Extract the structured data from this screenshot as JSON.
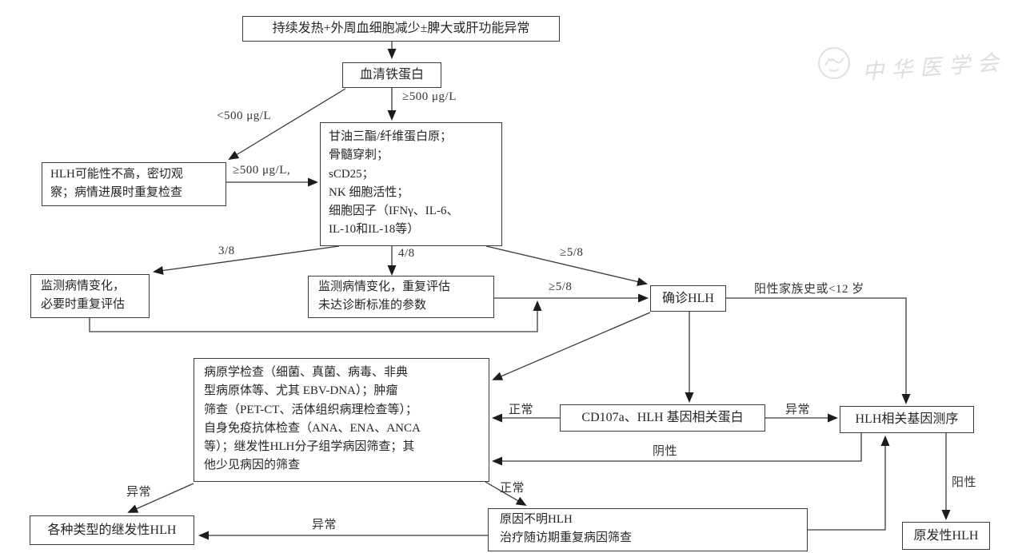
{
  "watermark": {
    "icon": "seal-icon",
    "text": "中华医学会"
  },
  "nodes": {
    "start": "持续发热+外周血细胞减少±脾大或肝功能异常",
    "ferritin": "血清铁蛋白",
    "low_probability": "HLH可能性不高，密切观\n察；病情进展时重复检查",
    "criteria": "甘油三酯/纤维蛋白原；\n骨髓穿刺；\nsCD25；\nNK 细胞活性；\n细胞因子（IFNγ、IL-6、\nIL-10和IL-18等）",
    "monitor_reassess": "监测病情变化，\n必要时重复评估",
    "monitor_parameters": "监测病情变化，重复评估\n未达诊断标准的参数",
    "confirmed": "确诊HLH",
    "etiology": "病原学检查（细菌、真菌、病毒、非典\n型病原体等、尤其 EBV-DNA）；肿瘤\n筛查（PET-CT、活体组织病理检查等）；\n自身免疫抗体检查（ANA、ENA、ANCA\n等）；继发性HLH分子组学病因筛查；其\n他少见病因的筛查",
    "cd107a": "CD107a、HLH 基因相关蛋白",
    "sequencing": "HLH相关基因测序",
    "secondary": "各种类型的继发性HLH",
    "unknown": "原因不明HLH\n治疗随访期重复病因筛查",
    "primary": "原发性HLH"
  },
  "edge_labels": {
    "lt500": "<500 μg/L",
    "ge500_down": "≥500 μg/L",
    "ge500_retest": "≥500 μg/L,",
    "r3of8": "3/8",
    "r4of8": "4/8",
    "ge5of8_diag": "≥5/8",
    "ge5of8_mid": "≥5/8",
    "family_history": "阳性家族史或<12 岁",
    "normal_cd107a": "正常",
    "abnormal_cd107a": "异常",
    "negative_gene": "阴性",
    "abnormal_etiology": "异常",
    "normal_etiology": "正常",
    "abnormal_unknown": "异常",
    "positive_gene": "阳性"
  }
}
